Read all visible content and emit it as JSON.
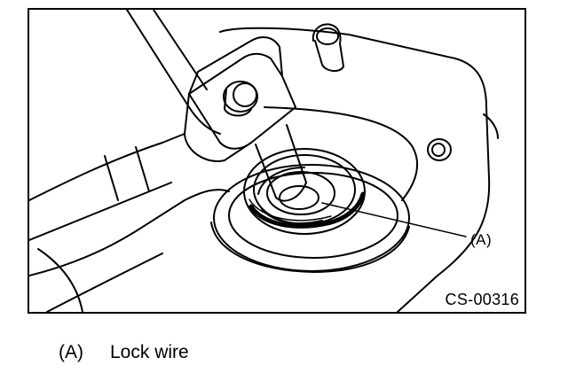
{
  "diagram": {
    "callout_label": "(A)",
    "figure_code": "CS-00316"
  },
  "legend": {
    "items": [
      {
        "key": "(A)",
        "text": "Lock wire"
      }
    ]
  }
}
